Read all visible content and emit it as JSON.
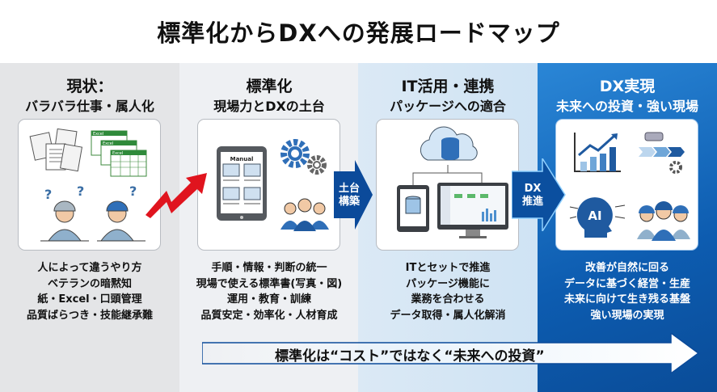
{
  "title": "標準化からDXへの発展ロードマップ",
  "columns": [
    {
      "heading": "現状：",
      "subheading": "バラバラ仕事・属人化",
      "points": [
        "人によって違うやり方",
        "ベテランの暗黙知",
        "紙・Excel・口頭管理",
        "品質ばらつき・技能継承難"
      ],
      "icon_labels": [
        "Excel",
        "Excel",
        "Excel"
      ]
    },
    {
      "heading": "標準化",
      "subheading": "現場力とDXの土台",
      "points": [
        "手順・情報・判断の統一",
        "現場で使える標準書(写真・図)",
        "運用・教育・訓練",
        "品質安定・効率化・人材育成"
      ],
      "icon_labels": [
        "Manual"
      ]
    },
    {
      "heading": "IT活用・連携",
      "subheading": "パッケージへの適合",
      "points": [
        "ITとセットで推進",
        "パッケージ機能に",
        "業務を合わせる",
        "データ取得・属人化解消"
      ]
    },
    {
      "heading": "DX実現",
      "subheading": "未来への投資・強い現場",
      "points": [
        "改善が自然に回る",
        "データに基づく経営・生産",
        "未来に向けて生き残る基盤",
        "強い現場の実現"
      ],
      "icon_labels": [
        "AI"
      ]
    }
  ],
  "arrows": {
    "foundation": [
      "土台",
      "構築"
    ],
    "dx": [
      "DX",
      "推進"
    ]
  },
  "bottom_message": "標準化は“コスト”ではなく“未来への投資”",
  "colors": {
    "accent": "#0d5cb0",
    "red_arrow": "#e0141e",
    "dark_arrow": "#0b4a9a"
  }
}
